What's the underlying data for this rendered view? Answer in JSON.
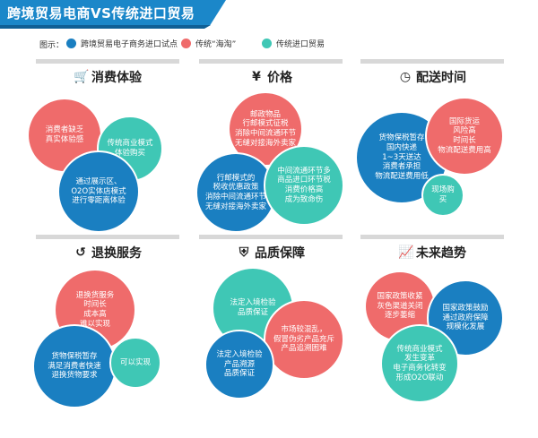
{
  "title": "跨境贸易电商VS传统进口贸易",
  "colors": {
    "blue": "#1a7fc1",
    "coral": "#ef6b6b",
    "teal": "#3fc7b5",
    "banner": "#1b87c9"
  },
  "legend": {
    "label": "图示：",
    "items": [
      {
        "color": "blue",
        "text": "跨境贸易电子商务进口试点"
      },
      {
        "color": "coral",
        "text": "传统“海淘”"
      },
      {
        "color": "teal",
        "text": "传统进口贸易"
      }
    ]
  },
  "cards": [
    {
      "icon": "shopping-cart-icon",
      "icon_glyph": "🛒",
      "title": "消费体验",
      "circles": [
        {
          "color": "coral",
          "text": "消费者缺乏\n真实体验感"
        },
        {
          "color": "teal",
          "text": "传统商业模式\n体验购买"
        },
        {
          "color": "blue",
          "text": "通过展示区、\nO2O实体店模式\n进行零距离体验"
        }
      ]
    },
    {
      "icon": "yen-icon",
      "icon_glyph": "¥",
      "title": "价格",
      "circles": [
        {
          "color": "coral",
          "text": "邮政物品\n行邮模式征税\n消除中间流通环节\n无缝对接海外卖家"
        },
        {
          "color": "blue",
          "text": "行邮模式的\n税收优惠政策\n消除中间流通环节\n无缝对接海外卖家"
        },
        {
          "color": "teal",
          "text": "中间流通环节多\n商品进口环节税\n消费价格高\n成为致命伤"
        }
      ]
    },
    {
      "icon": "clock-icon",
      "icon_glyph": "◷",
      "title": "配送时间",
      "circles": [
        {
          "color": "blue",
          "text": "货物保税暂存\n国内快递\n1~3天送达\n消费者承担\n物流配送费用低"
        },
        {
          "color": "coral",
          "text": "国际货运\n风险高\n时间长\n物流配送费用高"
        },
        {
          "color": "teal",
          "text": "现场购买"
        }
      ]
    },
    {
      "icon": "return-icon",
      "icon_glyph": "↺",
      "title": "退换服务",
      "circles": [
        {
          "color": "coral",
          "text": "退换货服务\n时间长\n成本高\n难以实现"
        },
        {
          "color": "blue",
          "text": "货物保税暂存\n满足消费者快速\n退换货物要求"
        },
        {
          "color": "teal",
          "text": "可以实现"
        }
      ]
    },
    {
      "icon": "shield-icon",
      "icon_glyph": "⛨",
      "title": "品质保障",
      "circles": [
        {
          "color": "teal",
          "text": "法定入境检验\n品质保证"
        },
        {
          "color": "coral",
          "text": "市场较混乱，\n假冒伪劣产品充斥\n产品追溯困难"
        },
        {
          "color": "blue",
          "text": "法定入境检验\n产品溯源\n品质保证"
        }
      ]
    },
    {
      "icon": "trend-icon",
      "icon_glyph": "📈",
      "title": "未来趋势",
      "circles": [
        {
          "color": "coral",
          "text": "国家政策收紧\n灰色渠道关闭\n逐步萎缩"
        },
        {
          "color": "blue",
          "text": "国家政策鼓励\n通过政府保障\n规模化发展"
        },
        {
          "color": "teal",
          "text": "传统商业模式\n发生变革\n电子商务化转变\n形成O2O联动"
        }
      ]
    }
  ]
}
